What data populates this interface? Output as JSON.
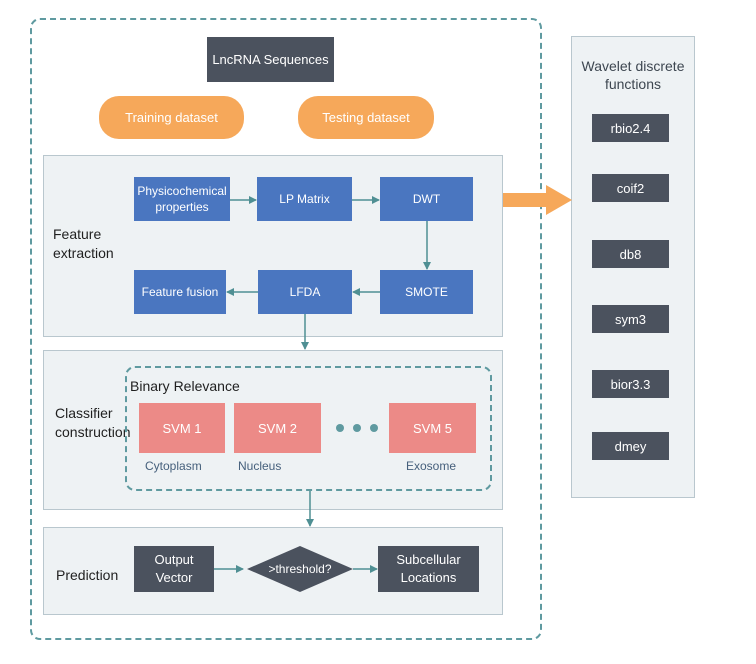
{
  "top": {
    "lncrna_sequences": "LncRNA Sequences",
    "training_dataset": "Training dataset",
    "testing_dataset": "Testing dataset"
  },
  "feature_extraction": {
    "title": "Feature extraction",
    "physicochemical": "Physicochemical properties",
    "lp_matrix": "LP Matrix",
    "dwt": "DWT",
    "smote": "SMOTE",
    "lfda": "LFDA",
    "feature_fusion": "Feature fusion"
  },
  "classifier": {
    "title": "Classifier construction",
    "binary_relevance": "Binary Relevance",
    "svm1": "SVM 1",
    "svm2": "SVM 2",
    "svm5": "SVM 5",
    "cytoplasm": "Cytoplasm",
    "nucleus": "Nucleus",
    "exosome": "Exosome"
  },
  "prediction": {
    "title": "Prediction",
    "output_vector": "Output Vector",
    "threshold": ">threshold?",
    "subcellular_locations": "Subcellular Locations"
  },
  "wavelet": {
    "title": "Wavelet discrete functions",
    "items": [
      "rbio2.4",
      "coif2",
      "db8",
      "sym3",
      "bior3.3",
      "dmey"
    ]
  },
  "colors": {
    "dark_box": "#4b525e",
    "blue_box": "#4a76c0",
    "svm_box": "#ec8a87",
    "dataset_pill": "#f6a85a",
    "teal_border": "#5f9aa0",
    "arrow": "#4f8f93"
  }
}
